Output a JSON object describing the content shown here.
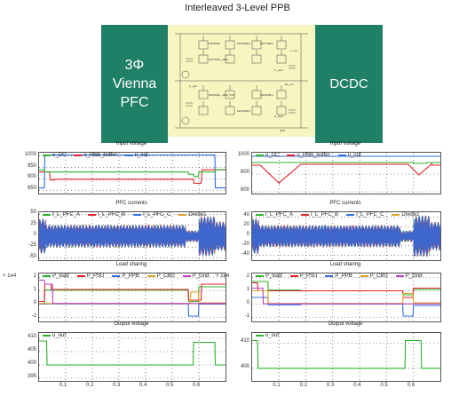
{
  "title": "Interleaved 3-Level PPB",
  "blocks": {
    "left": [
      "3Φ",
      "Vienna",
      "PFC"
    ],
    "right": "DCDC"
  },
  "colors": {
    "block": "#1f7f67",
    "schematic_bg": "#f7f5c0"
  },
  "schematic_labels": [
    "FET8GBL",
    "FET6GBL_ARM",
    "FET8GBL3",
    "FET7GBL4",
    "FET8GBL_ARM_STO",
    "FET8GBL3",
    "C_out1",
    "C_out2",
    "RL_out",
    "L_out",
    "C_grid",
    "FET8GBL3",
    "NH9"
  ],
  "chart_data": [
    {
      "type": "line",
      "title": "Input voltage",
      "series": [
        {
          "name": "u_DC",
          "color": "#2ab52a"
        },
        {
          "name": "u_PBB_buffer",
          "color": "#e8202a"
        },
        {
          "name": "u_out",
          "color": "#2f6ee0"
        }
      ],
      "yticks": [
        1000,
        950,
        900,
        850
      ],
      "ylim": [
        835,
        1015
      ],
      "xticks": [
        "0.1",
        "0.2",
        "0.3",
        "0.4",
        "0.5",
        "0.6"
      ],
      "xlim": [
        0,
        0.7
      ]
    },
    {
      "type": "line",
      "title": "Input voltage",
      "series": [
        {
          "name": "u_DC",
          "color": "#2ab52a"
        },
        {
          "name": "u_PBB_buffer",
          "color": "#e8202a"
        },
        {
          "name": "u_out",
          "color": "#2f6ee0"
        }
      ],
      "yticks": [
        1000,
        800,
        600
      ],
      "ylim": [
        580,
        1040
      ],
      "xticks": [
        "0.1",
        "0.2",
        "0.3",
        "0.4",
        "0.5",
        "0.6"
      ],
      "xlim": [
        0,
        0.7
      ]
    },
    {
      "type": "line",
      "title": "PFC currents",
      "series": [
        {
          "name": "I_L_PFC_A",
          "color": "#2ab52a"
        },
        {
          "name": "I_L_PFC_B",
          "color": "#e8202a"
        },
        {
          "name": "I_L_PFC_C",
          "color": "#2f6ee0"
        },
        {
          "name": "Divide1",
          "color": "#e0a020"
        }
      ],
      "yticks": [
        50,
        25,
        0,
        -25,
        -50
      ],
      "ylim": [
        -55,
        55
      ],
      "xticks": [
        "0.1",
        "0.2",
        "0.3",
        "0.4",
        "0.5",
        "0.6"
      ],
      "xlim": [
        0,
        0.7
      ]
    },
    {
      "type": "line",
      "title": "PFC currents",
      "series": [
        {
          "name": "I_L_PFC_A",
          "color": "#2ab52a"
        },
        {
          "name": "I_L_PFC_B",
          "color": "#e8202a"
        },
        {
          "name": "I_L_PFC_C",
          "color": "#2f6ee0"
        },
        {
          "name": "Divide1",
          "color": "#e0a020"
        }
      ],
      "yticks": [
        40,
        20,
        0,
        -20,
        -40
      ],
      "ylim": [
        -50,
        50
      ],
      "xticks": [
        "0.1",
        "0.2",
        "0.3",
        "0.4",
        "0.5",
        "0.6"
      ],
      "xlim": [
        0,
        0.7
      ]
    },
    {
      "type": "line",
      "title": "Load sharing",
      "unit": "× 1e4",
      "series": [
        {
          "name": "P_load",
          "color": "#2ab52a"
        },
        {
          "name": "P_PSU",
          "color": "#e8202a"
        },
        {
          "name": "P_PPB",
          "color": "#2f6ee0"
        },
        {
          "name": "P_CBU",
          "color": "#e0a020"
        },
        {
          "name": "P_Grid",
          "color": "#c040c0"
        }
      ],
      "yticks": [
        2,
        1,
        0,
        -1
      ],
      "ylim": [
        -1.3,
        2.3
      ],
      "xticks": [
        "0.1",
        "0.2",
        "0.3",
        "0.4",
        "0.5",
        "0.6"
      ],
      "xlim": [
        0,
        0.7
      ]
    },
    {
      "type": "line",
      "title": "Load sharing",
      "unit": "× 1e4",
      "series": [
        {
          "name": "P_load",
          "color": "#2ab52a"
        },
        {
          "name": "P_PSU",
          "color": "#e8202a"
        },
        {
          "name": "P_PPB",
          "color": "#2f6ee0"
        },
        {
          "name": "P_CBU",
          "color": "#e0a020"
        },
        {
          "name": "P_Grid",
          "color": "#c040c0"
        }
      ],
      "yticks": [
        2,
        1,
        0,
        -1
      ],
      "ylim": [
        -1.3,
        2.3
      ],
      "xticks": [
        "0.1",
        "0.2",
        "0.3",
        "0.4",
        "0.5",
        "0.6"
      ],
      "xlim": [
        0,
        0.7
      ]
    },
    {
      "type": "line",
      "title": "Output voltage",
      "series": [
        {
          "name": "u_out",
          "color": "#2ab52a"
        }
      ],
      "yticks": [
        410,
        405,
        400,
        395
      ],
      "ylim": [
        394,
        412
      ],
      "xticks": [
        "0.1",
        "0.2",
        "0.3",
        "0.4",
        "0.5",
        "0.6"
      ],
      "xlim": [
        0,
        0.7
      ]
    },
    {
      "type": "line",
      "title": "Output voltage",
      "series": [
        {
          "name": "u_out",
          "color": "#2ab52a"
        }
      ],
      "yticks": [
        410,
        400
      ],
      "ylim": [
        395,
        414
      ],
      "xticks": [
        "0.1",
        "0.2",
        "0.3",
        "0.4",
        "0.5",
        "0.6"
      ],
      "xlim": [
        0,
        0.7
      ]
    }
  ]
}
